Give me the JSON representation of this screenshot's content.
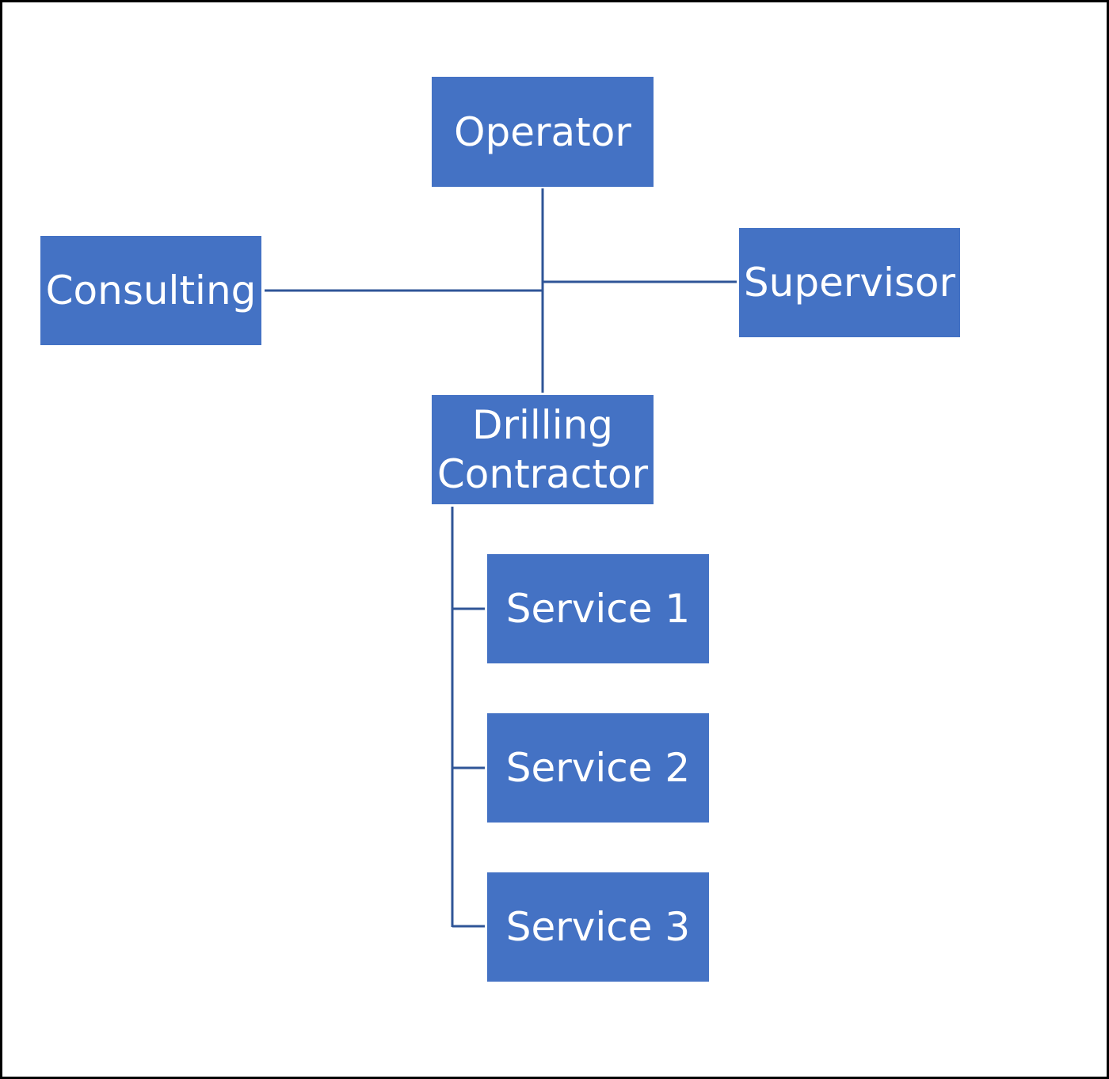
{
  "colors": {
    "node_fill": "#4472C4",
    "connector": "#2F5597",
    "node_text": "#ffffff",
    "frame": "#000000"
  },
  "nodes": {
    "operator": "Operator",
    "consulting": "Consulting",
    "supervisor": "Supervisor",
    "drilling_line1": "Drilling",
    "drilling_line2": "Contractor",
    "service1": "Service 1",
    "service2": "Service 2",
    "service3": "Service 3"
  }
}
